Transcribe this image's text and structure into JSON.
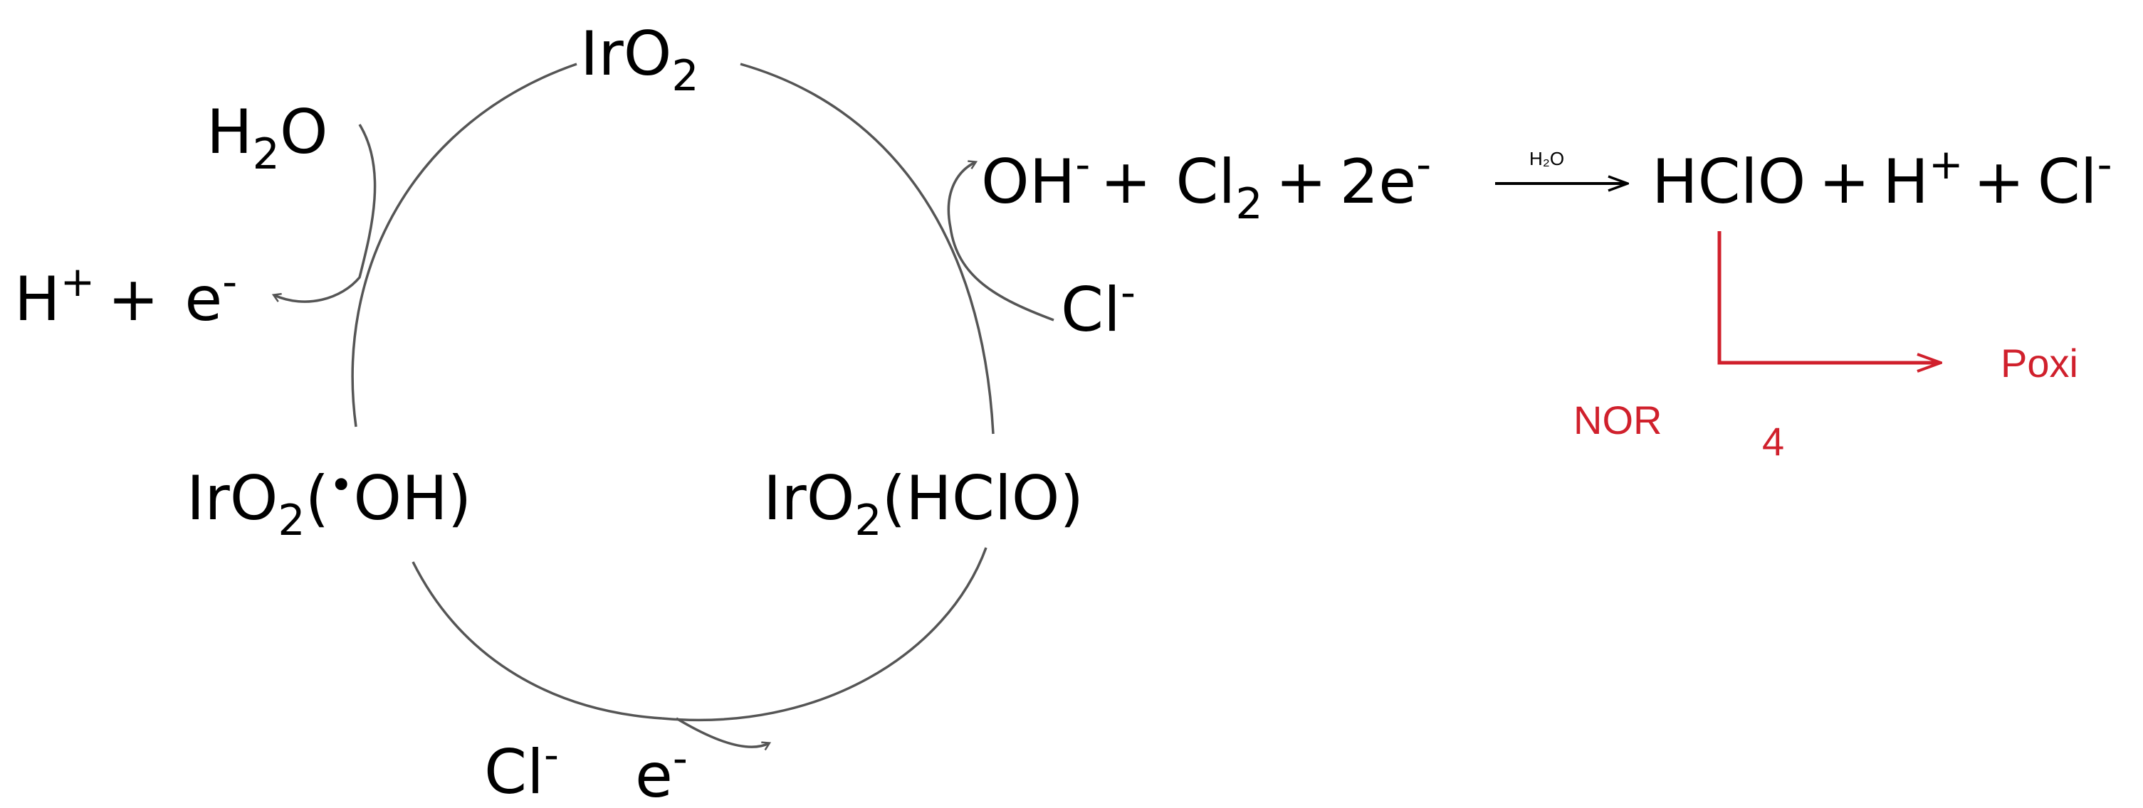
{
  "colors": {
    "ink": "#000000",
    "cycle_stroke": "#555555",
    "accent_red": "#d0202c"
  },
  "species": {
    "iro2_top": {
      "base": "IrO",
      "sub": "2"
    },
    "h2o_left": {
      "h": "H",
      "sub": "2",
      "o": "O"
    },
    "h_plus_e": {
      "h": "H",
      "plus_sup": "+",
      "plus": "+",
      "e": "e",
      "minus_sup": "-"
    },
    "iro2_oh": {
      "base": "IrO",
      "sub": "2",
      "open": "(",
      "dot": "•",
      "oh": "OH)"
    },
    "iro2_hclo": {
      "base": "IrO",
      "sub": "2",
      "rest": "(HClO)"
    },
    "cl_right": {
      "cl": "Cl",
      "sup": "-"
    },
    "cl_bottom": {
      "cl": "Cl",
      "sup": "-"
    },
    "e_bottom": {
      "e": "e",
      "sup": "-"
    }
  },
  "equation": {
    "oh": "OH",
    "oh_sup": "-",
    "plus1": "+",
    "cl2": "Cl",
    "cl2_sub": "2",
    "plus2": "+",
    "two_e": "2e",
    "two_e_sup": "-",
    "arrow_label": "H₂O",
    "hclo": "HClO",
    "plus3": "+",
    "h": "H",
    "h_sup": "+",
    "plus4": "+",
    "cl": "Cl",
    "cl_sup": "-"
  },
  "branch": {
    "nor": "NOR",
    "four": "4",
    "poxi": "Poxi"
  }
}
